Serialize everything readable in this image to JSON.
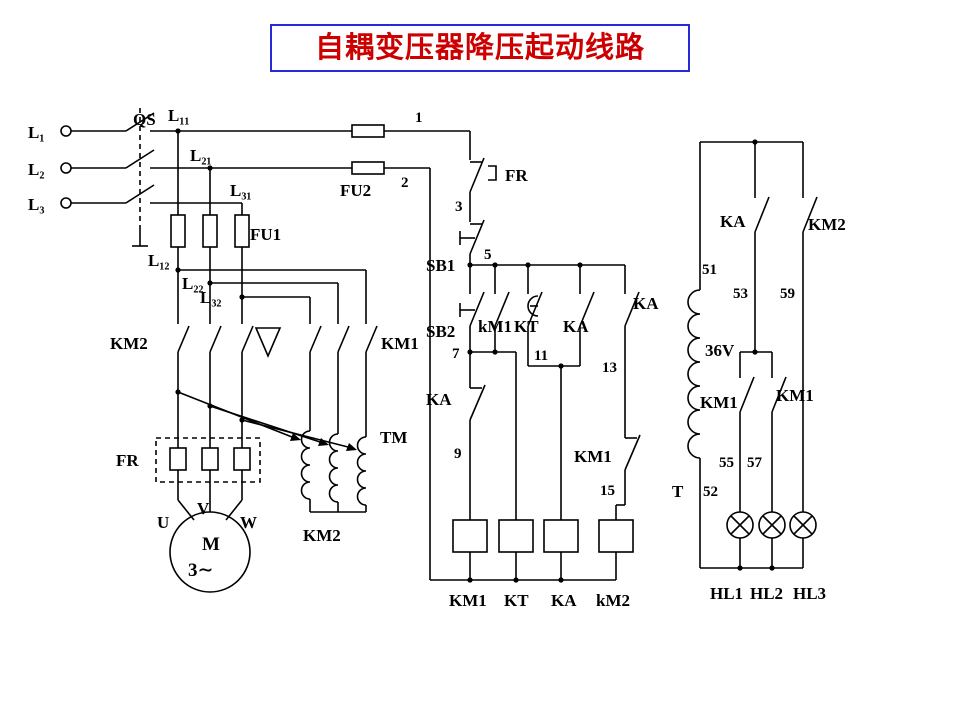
{
  "title": "自耦变压器降压起动线路",
  "colors": {
    "title_text": "#cc0000",
    "title_border": "#2a2ad4",
    "wire": "#000000"
  },
  "power": {
    "l1": "L₁",
    "l2": "L₂",
    "l3": "L₃",
    "qs": "QS",
    "l11": "L₁₁",
    "l21": "L₂₁",
    "l31": "L₃₁",
    "fu1": "FU1",
    "fu2": "FU2",
    "l12": "L₁₂",
    "l22": "L₂₂",
    "l32": "L₃₂",
    "km2_main": "KM2",
    "km1_main": "KM1",
    "fr": "FR",
    "tm": "TM",
    "km2_star": "KM2",
    "u": "U",
    "v": "V",
    "w": "W",
    "m": "M",
    "phase3": "3∼"
  },
  "control": {
    "n1": "1",
    "n2": "2",
    "n3": "3",
    "n5": "5",
    "n7": "7",
    "n9": "9",
    "n11": "11",
    "n13": "13",
    "n15": "15",
    "fr": "FR",
    "sb1": "SB1",
    "sb2": "SB2",
    "km1_aux": "kM1",
    "kt_contact": "KT",
    "ka_contact": "KA",
    "ka_right": "KA",
    "ka_nc": "KA",
    "km1_nc": "KM1",
    "coil_km1": "KM1",
    "coil_kt": "KT",
    "coil_ka": "KA",
    "coil_km2": "kM2"
  },
  "lamps": {
    "ka": "KA",
    "km2": "KM2",
    "n51": "51",
    "n52": "52",
    "n53": "53",
    "n55": "55",
    "n57": "57",
    "n59": "59",
    "voltage": "36V",
    "t": "T",
    "km1_a": "KM1",
    "km1_b": "KM1",
    "hl1": "HL1",
    "hl2": "HL2",
    "hl3": "HL3"
  }
}
